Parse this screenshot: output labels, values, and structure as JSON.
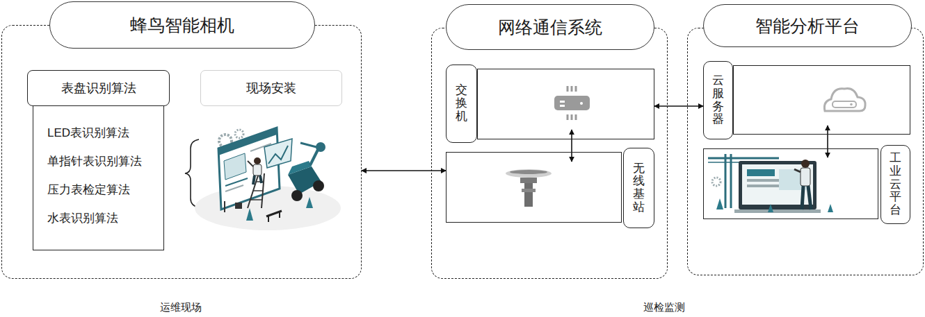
{
  "diagram": {
    "nodes": [
      {
        "text": [
          "蜂鸟智能相机"
        ]
      },
      {
        "text": [
          "表盘识别算法",
          "LED表识别算法",
          "单指针表识别算法",
          "压力表检定算法",
          "水表识别算法"
        ],
        "in": 0
      },
      {
        "text": [
          "现场安装"
        ],
        "in": 0
      },
      {
        "text": [
          "网络通信系统"
        ]
      },
      {
        "text": [
          "交换机"
        ],
        "in": 3
      },
      {
        "text": [
          "无线基站"
        ],
        "in": 3
      },
      {
        "text": [
          "智能分析平台"
        ]
      },
      {
        "text": [
          "云服务器"
        ],
        "in": 6
      },
      {
        "text": [
          "工业云平台"
        ],
        "in": 6
      }
    ],
    "edges": [
      {
        "from": 0,
        "to": 5,
        "arrow": "both"
      },
      {
        "from": 4,
        "to": 5,
        "arrow": "both"
      },
      {
        "from": 4,
        "to": 7,
        "arrow": "both"
      },
      {
        "from": 7,
        "to": 8,
        "arrow": "both"
      }
    ],
    "labels": [
      "运维现场",
      "巡检监测"
    ]
  }
}
